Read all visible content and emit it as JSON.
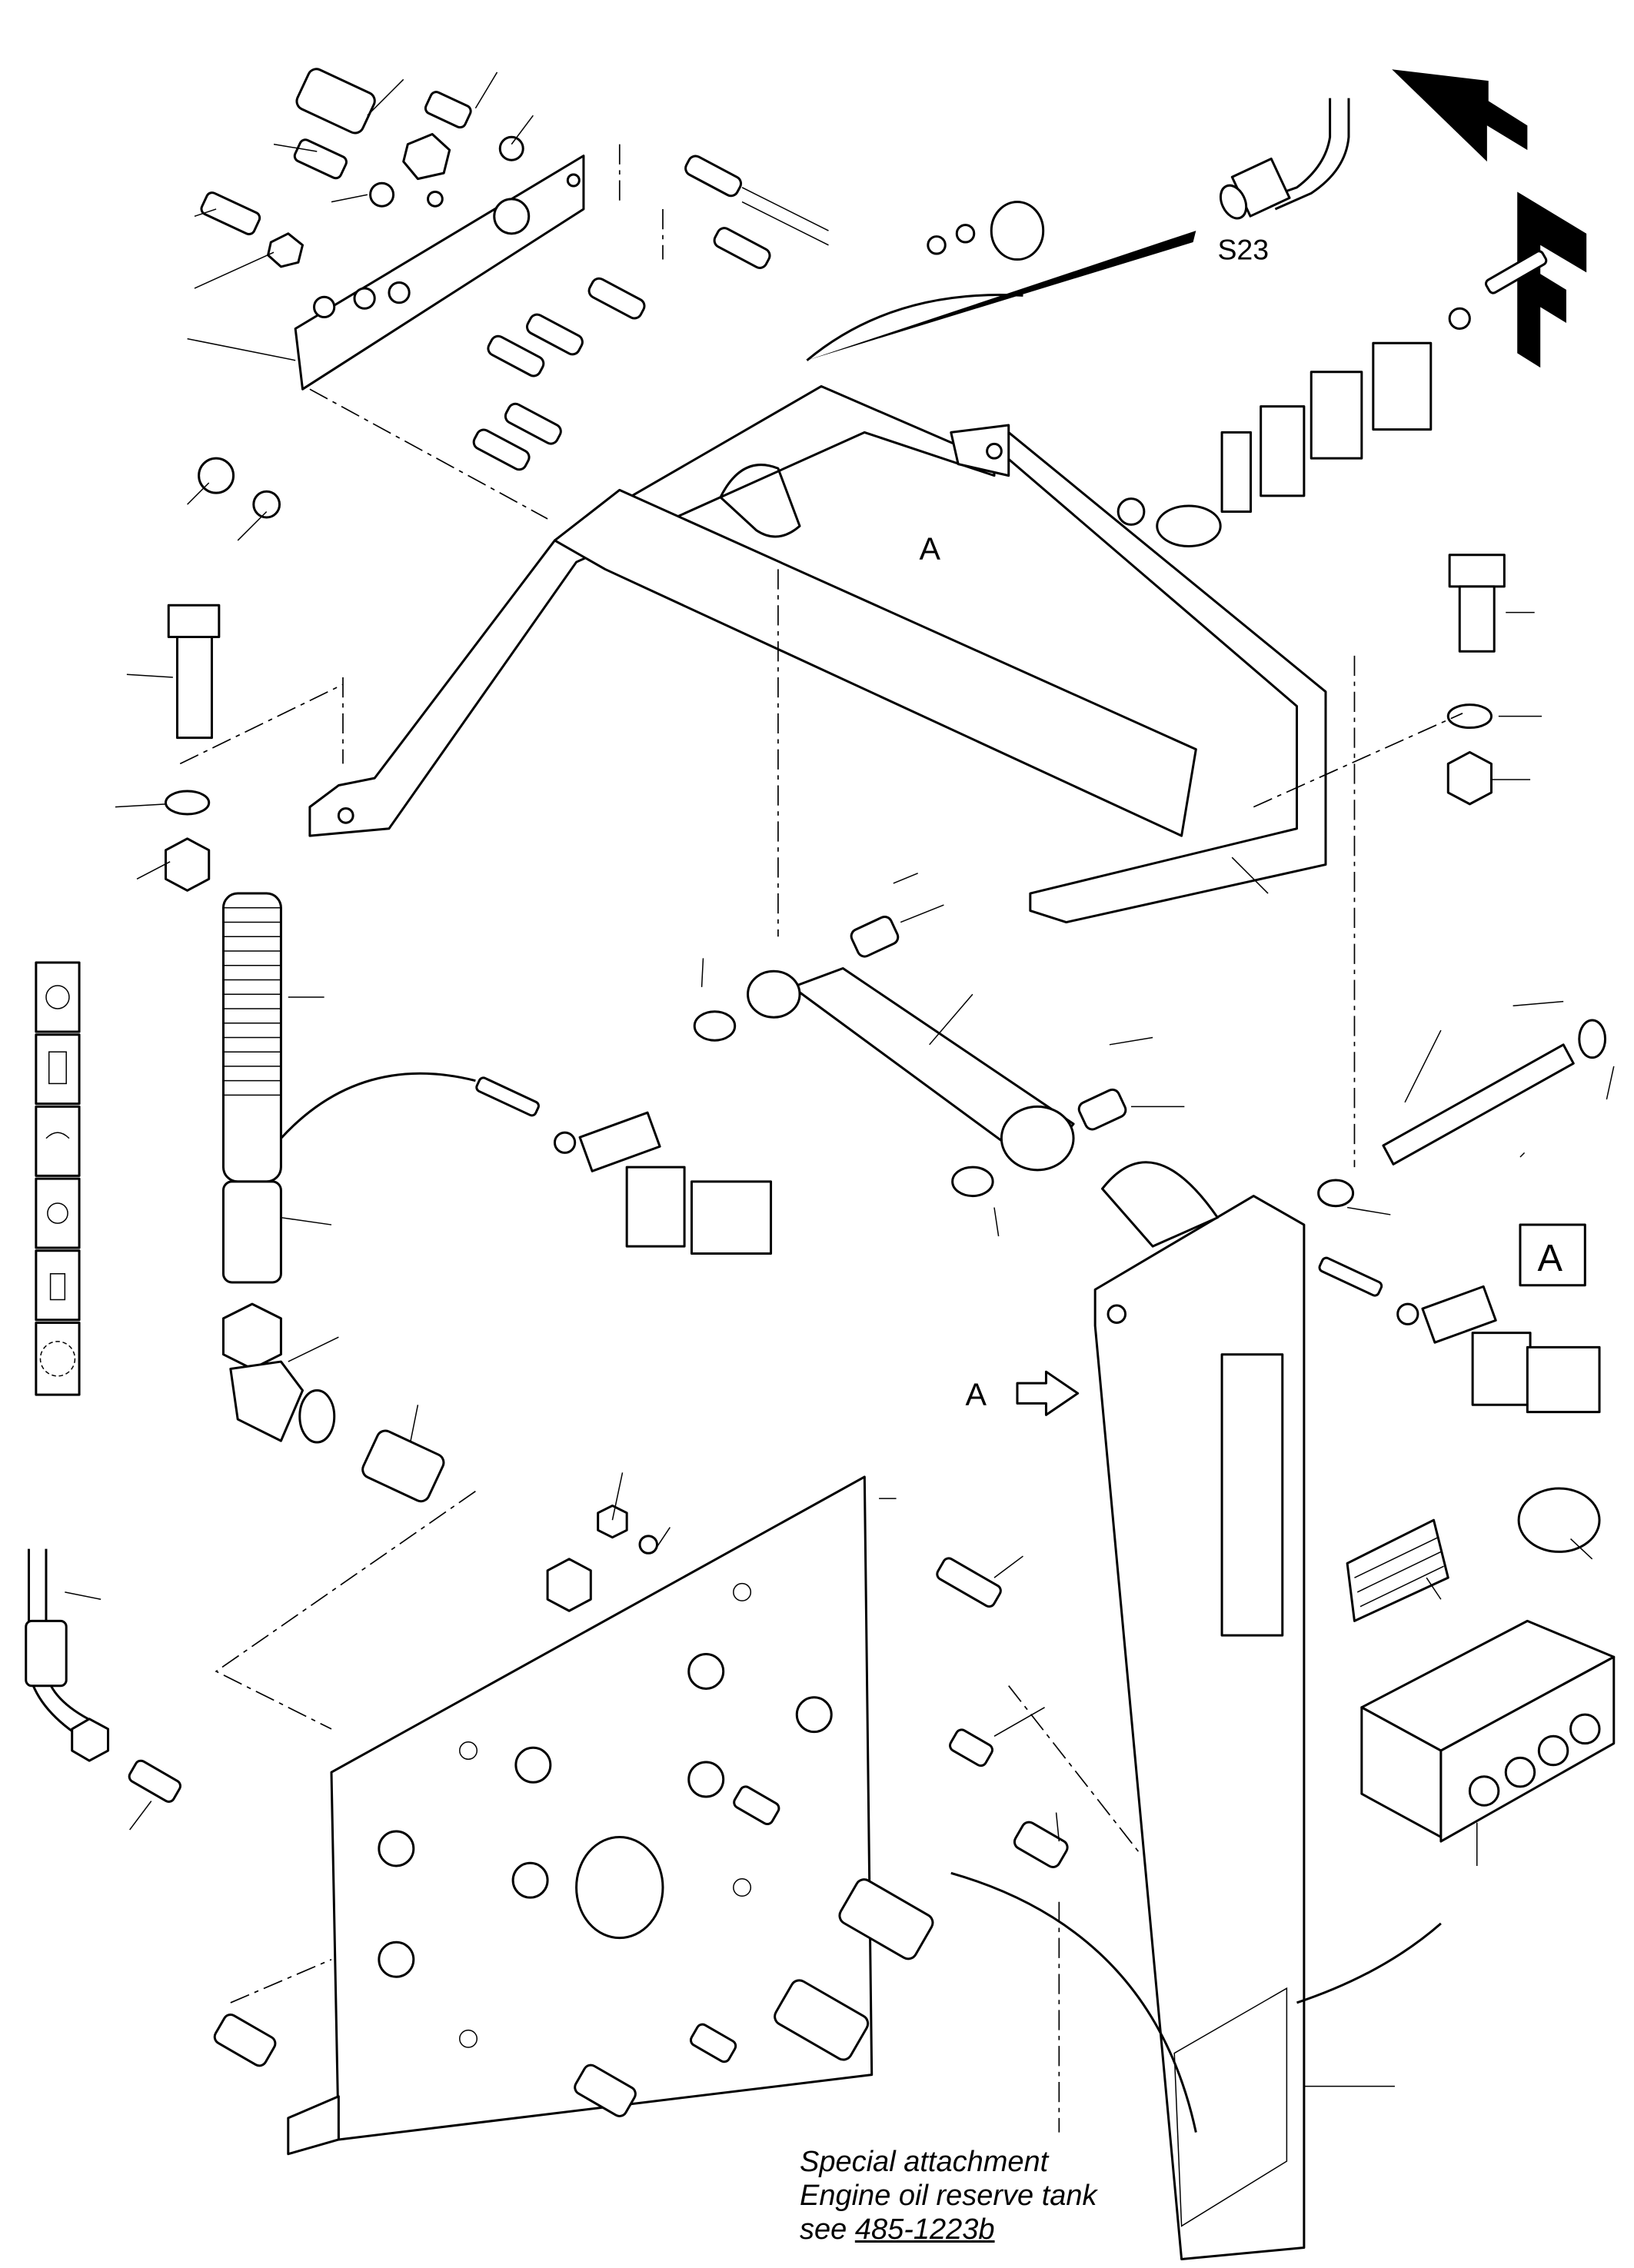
{
  "diagram": {
    "sensor_label": "S23",
    "direction_label": "F",
    "view_marker": "A",
    "view_box_label": "A",
    "note": {
      "line1": "Special attachment",
      "line2": "Engine oil reserve tank",
      "see_prefix": "see",
      "reference": "485-1223b"
    },
    "symbol_icons": [
      "oil-drop-icon",
      "tank-level-icon",
      "heater-icon",
      "oil-drop-icon",
      "slot-icon",
      "gear-icon"
    ]
  }
}
